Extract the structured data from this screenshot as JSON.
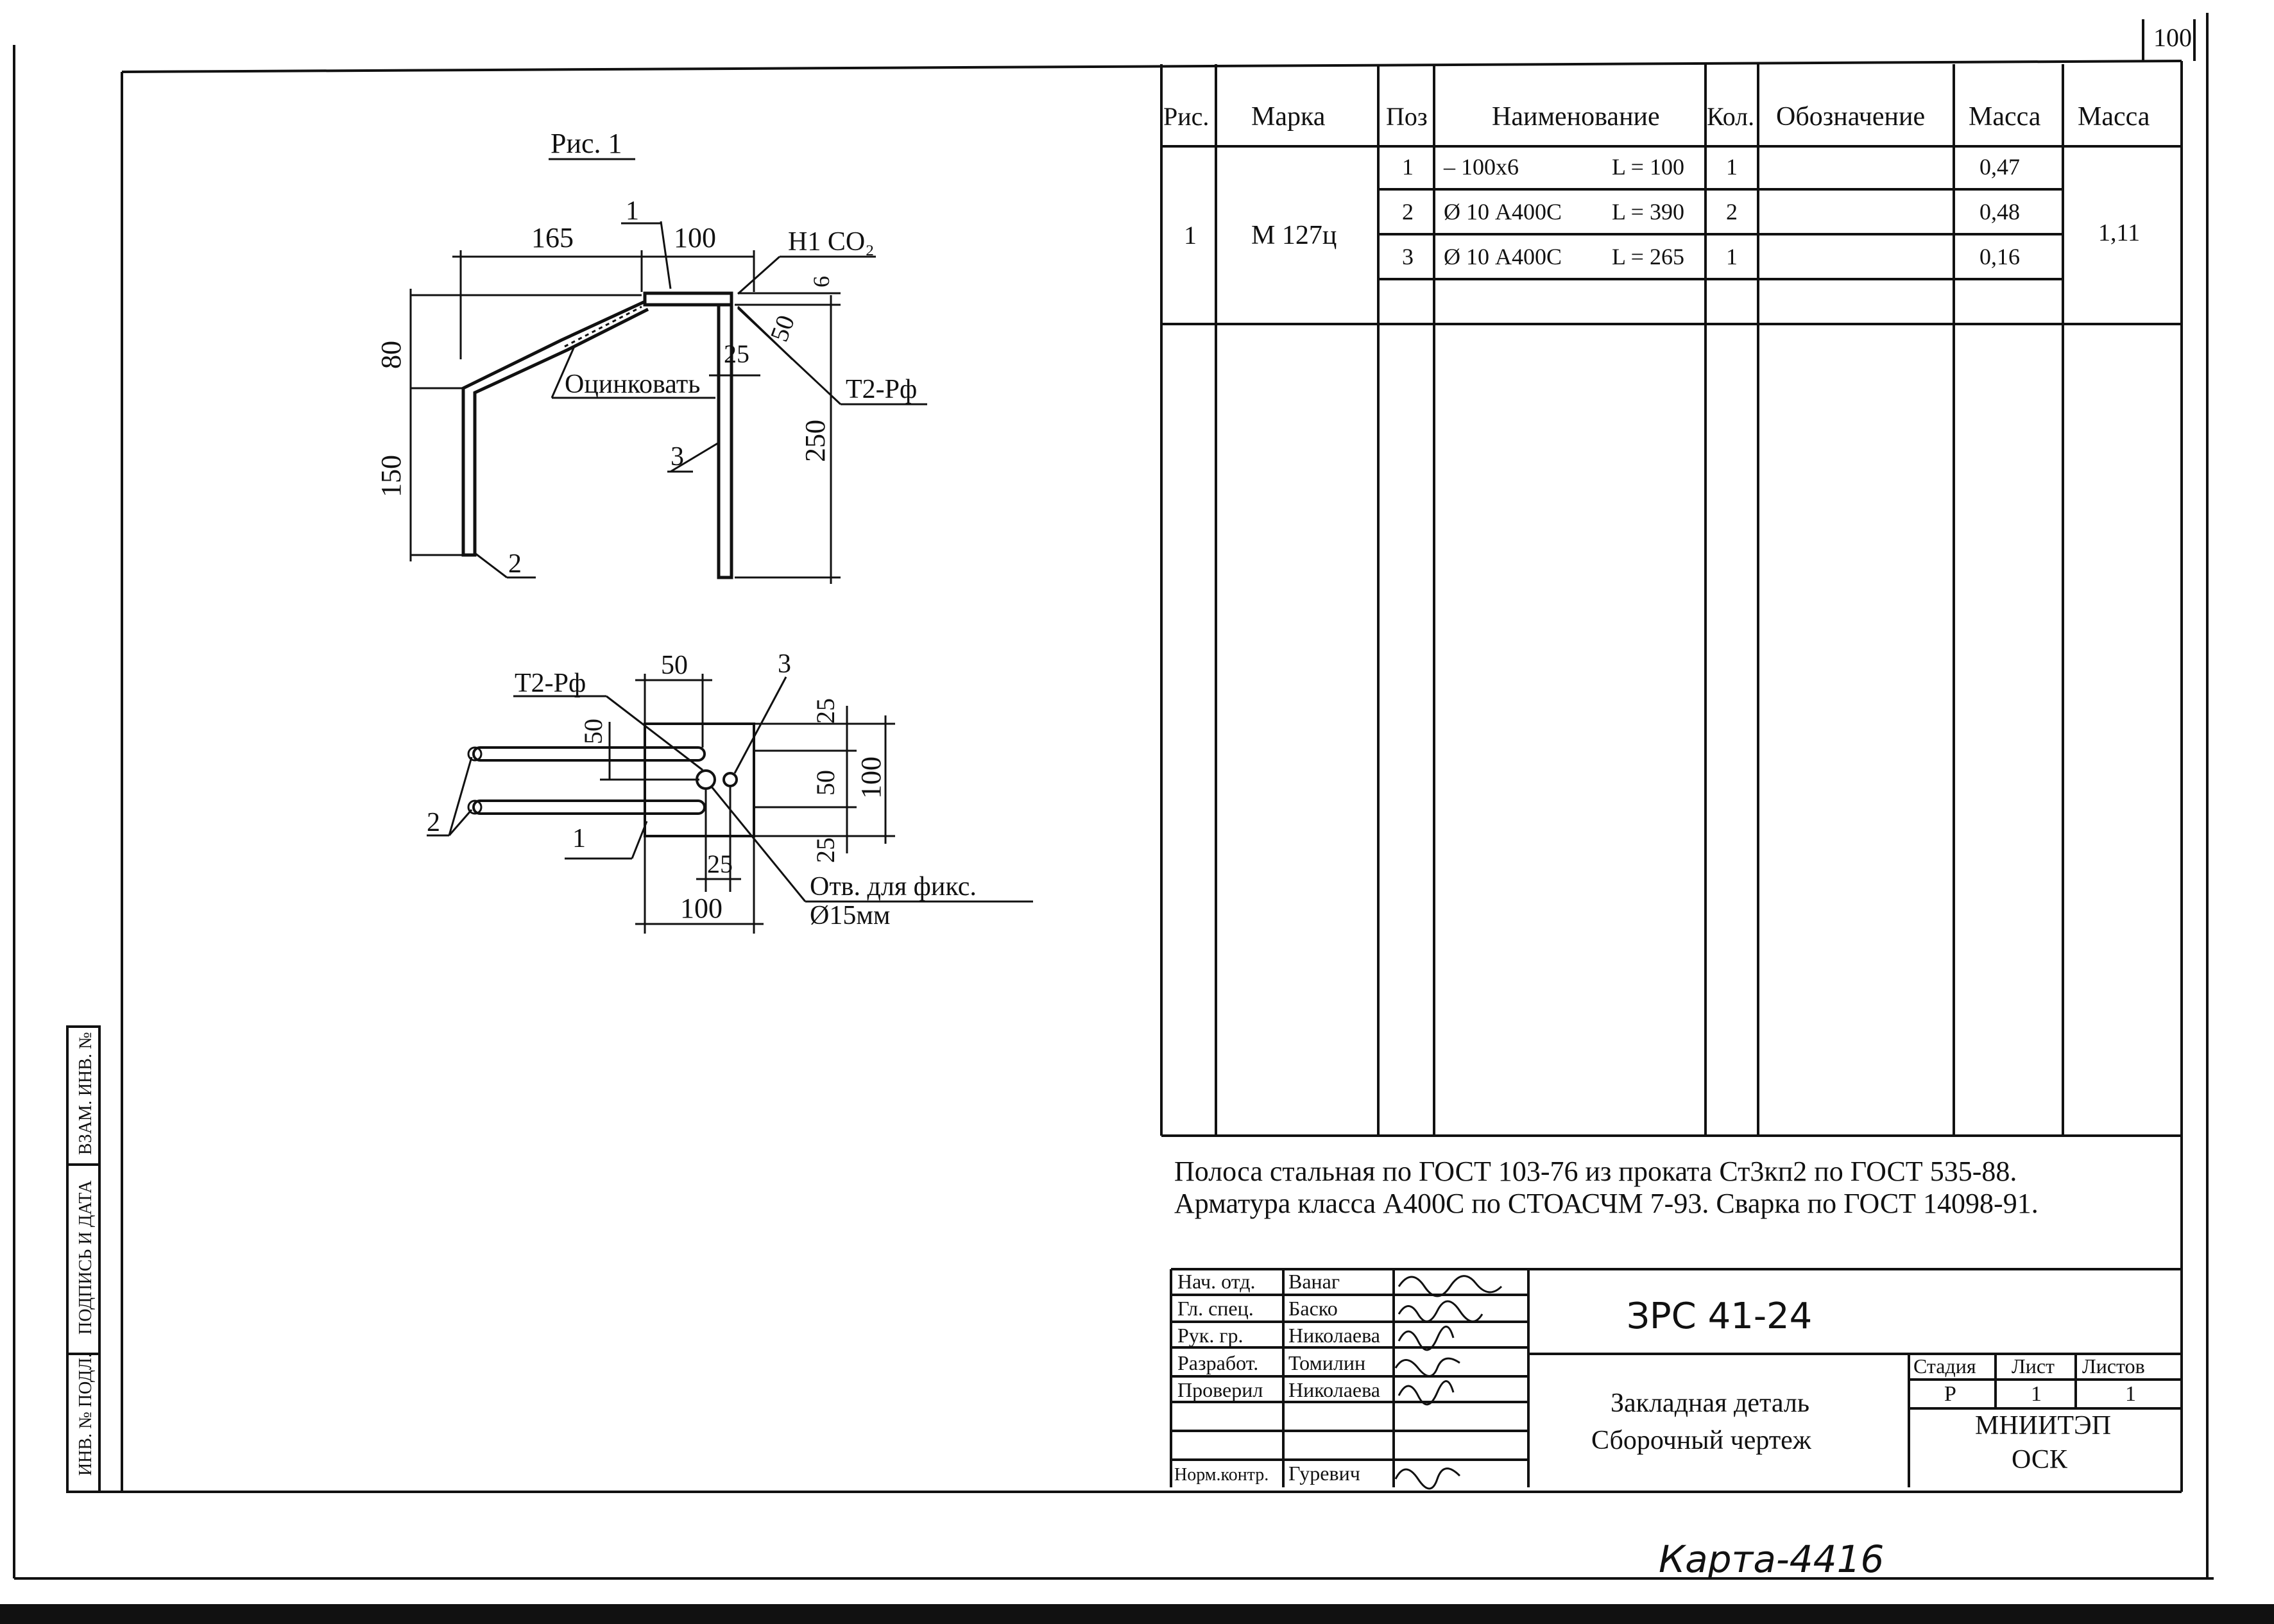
{
  "sheet_corner_number": "100",
  "figure": {
    "title": "Рис. 1",
    "elevation": {
      "dim_165": "165",
      "dim_100": "100",
      "dim_80": "80",
      "dim_150": "150",
      "dim_250": "250",
      "dim_50": "50",
      "dim_25": "25",
      "dim_6": "6",
      "pos_1": "1",
      "pos_2": "2",
      "pos_3": "3",
      "weld_top": "Н1 CO₂",
      "weld_side": "Т2-Рф",
      "galvanize_note": "Оцинковать"
    },
    "plan": {
      "weld": "Т2-Рф",
      "dim_50_top": "50",
      "dim_50_left": "50",
      "dim_25_top": "25",
      "dim_50_mid": "50",
      "dim_100_right": "100",
      "dim_25_bottom": "25",
      "dim_25_small": "25",
      "dim_100_bottom": "100",
      "pos_1": "1",
      "pos_2": "2",
      "pos_3": "3",
      "hole_note_line1": "Отв. для фикс.",
      "hole_note_line2": "Ø15мм"
    }
  },
  "spec_table": {
    "headers": [
      "Рис.",
      "Марка",
      "Поз",
      "Наименование",
      "Кол.",
      "Обозначение",
      "Масса",
      "Масса"
    ],
    "fig": "1",
    "mark": "М 127ц",
    "total_mass": "1,11",
    "rows": [
      {
        "pos": "1",
        "name": "– 100х6",
        "length": "L = 100",
        "qty": "1",
        "mass": "0,47"
      },
      {
        "pos": "2",
        "name": "Ø 10 А400С",
        "length": "L = 390",
        "qty": "2",
        "mass": "0,48"
      },
      {
        "pos": "3",
        "name": "Ø 10 А400С",
        "length": "L = 265",
        "qty": "1",
        "mass": "0,16"
      }
    ]
  },
  "notes": {
    "line1": "Полоса стальная по ГОСТ 103-76 из проката Ст3кп2 по ГОСТ 535-88.",
    "line2": "Арматура класса А400С по СТОАСЧМ 7-93. Сварка по ГОСТ 14098-91."
  },
  "side_stamp": {
    "box1": "ВЗАМ. ИНВ. №",
    "box2": "ПОДПИСЬ И ДАТА",
    "box3": "ИНВ. № ПОДЛ."
  },
  "title_block": {
    "roles": [
      {
        "role": "Нач. отд.",
        "name": "Ванаг"
      },
      {
        "role": "Гл. спец.",
        "name": "Баско"
      },
      {
        "role": "Рук. гр.",
        "name": "Николаева"
      },
      {
        "role": "Разработ.",
        "name": "Томилин"
      },
      {
        "role": "Проверил",
        "name": "Николаева"
      },
      {
        "role": "",
        "name": ""
      },
      {
        "role": "Норм.контр.",
        "name": "Гуревич"
      }
    ],
    "code": "ЗРС 41-24",
    "title_line1": "Закладная деталь",
    "title_line2": "Сборочный чертеж",
    "stage_label": "Стадия",
    "sheet_label": "Лист",
    "sheets_label": "Листов",
    "stage": "Р",
    "sheet": "1",
    "sheets": "1",
    "org_line1": "МНИИТЭП",
    "org_line2": "ОСК"
  },
  "bottom_handwriting": "Карта-4416"
}
